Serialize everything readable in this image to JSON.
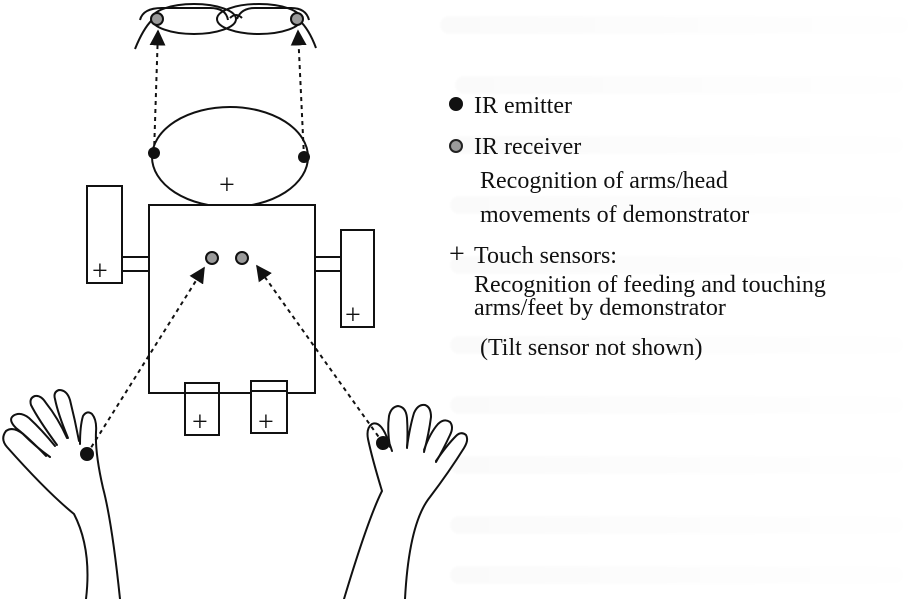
{
  "legend": {
    "emitter_label": "IR emitter",
    "receiver_label": "IR receiver",
    "receiver_description_line1": "Recognition of arms/head",
    "receiver_description_line2": "movements of demonstrator",
    "touch_label": "Touch sensors:",
    "touch_description_line1": "Recognition of feeding and touching",
    "touch_description_line2": "arms/feet by demonstrator",
    "tilt_note": "(Tilt sensor not shown)"
  },
  "diagram": {
    "plus_symbol": "+",
    "colors": {
      "emitter": "#111111",
      "receiver": "#9b9b9b",
      "line": "#111111"
    }
  }
}
